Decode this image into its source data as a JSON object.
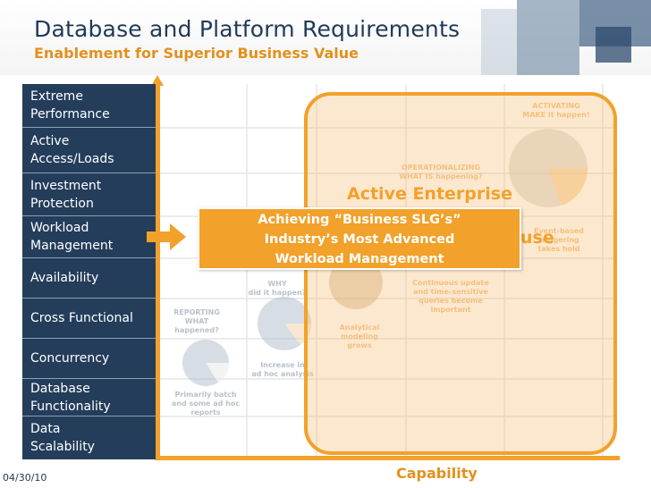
{
  "header": {
    "title": "Database and Platform Requirements",
    "subtitle": "Enablement for Superior Business Value"
  },
  "stack": [
    {
      "label": "Extreme\nPerformance"
    },
    {
      "label": "Active\nAccess/Loads"
    },
    {
      "label": "Investment\nProtection"
    },
    {
      "label": "Workload\nManagement"
    },
    {
      "label": "Availability"
    },
    {
      "label": "Cross Functional"
    },
    {
      "label": "Concurrency"
    },
    {
      "label": "Database\nFunctionality"
    },
    {
      "label": "Data\nScalability"
    }
  ],
  "enterprise": {
    "label_top": "Active Enterprise",
    "label_continued": "use"
  },
  "callout": {
    "line1": "Achieving “Business SLG’s”",
    "line2": "Industry’s Most Advanced",
    "line3": "Workload Management"
  },
  "background_stages": {
    "reporting": "REPORTING\nWHAT\nhappened?",
    "reporting_note": "Primarily batch\nand some ad hoc\nreports",
    "analyzing": "WHY\ndid it happen?",
    "analyzing_note": "Increase in\nad hoc analysis",
    "predicting_note": "Analytical\nmodeling\ngrows",
    "operationalizing": "OPERATIONALIZING\nWHAT IS happening?",
    "operationalizing_note": "Continuous update\nand time-sensitive\nqueries become\nimportant",
    "activating": "ACTIVATING\nMAKE it happen!",
    "activating_note": "Event-based\ntriggering\ntakes hold"
  },
  "footer": {
    "date": "04/30/10",
    "capability": "Capability"
  },
  "colors": {
    "navy": "#243d5b",
    "orange": "#f2a12a",
    "title": "#1f3a58"
  }
}
